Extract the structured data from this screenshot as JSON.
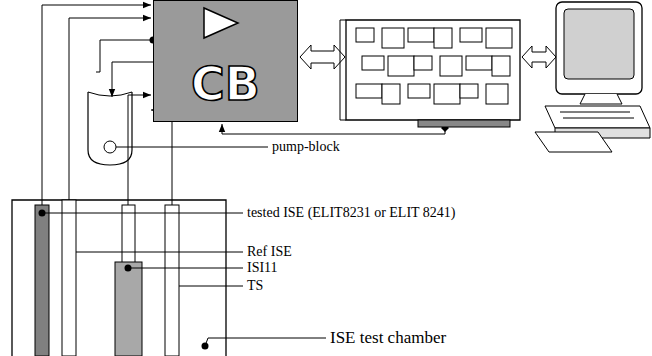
{
  "diagram": {
    "nodes": [
      {
        "text": [
          "CB"
        ]
      }
    ],
    "labels": [
      "pump-block",
      "tested ISE (ELIT8231 or ELIT 8241)",
      "Ref ISE",
      "ISI11",
      "TS",
      "ISE test chamber"
    ]
  }
}
